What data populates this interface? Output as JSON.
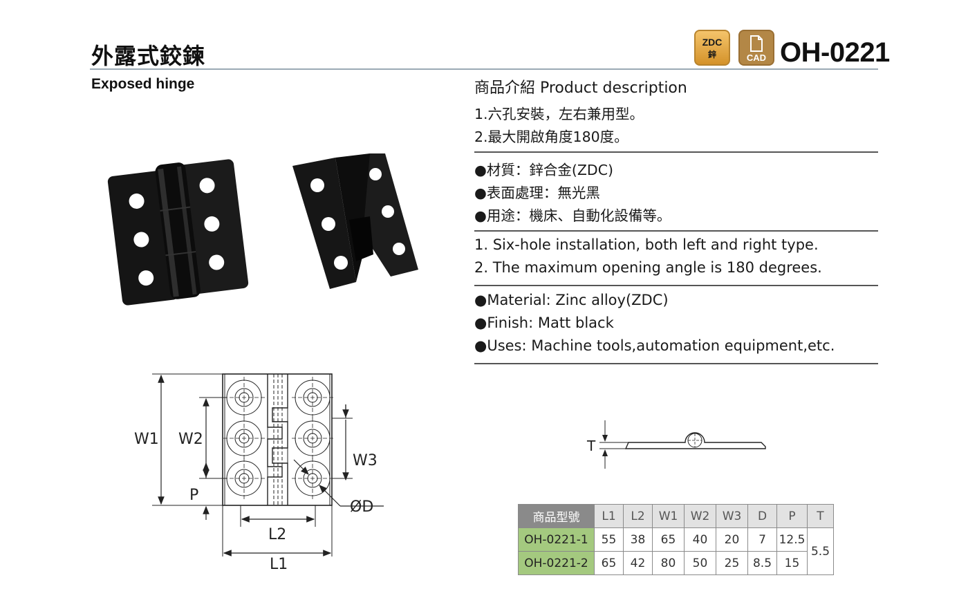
{
  "header": {
    "title_cn": "外露式鉸鍊",
    "title_en": "Exposed hinge",
    "model": "OH-0221",
    "badge_zdc": {
      "line1": "ZDC",
      "line2": "鋅"
    },
    "badge_cad": {
      "label": "CAD"
    }
  },
  "description": {
    "heading": "商品介紹 Product description",
    "cn_points": [
      "1.六孔安裝，左右兼用型。",
      "2.最大開啟角度180度。"
    ],
    "cn_specs": [
      "●材質：鋅合金(ZDC)",
      "●表面處理：無光黑",
      "●用途：機床、自動化設備等。"
    ],
    "en_points": [
      "1. Six-hole installation, both left and right type.",
      "2. The maximum opening angle is 180 degrees."
    ],
    "en_specs": [
      "●Material: Zinc alloy(ZDC)",
      "●Finish: Matt black",
      "●Uses: Machine tools,automation equipment,etc."
    ]
  },
  "drawing": {
    "front_labels": {
      "w1": "W1",
      "w2": "W2",
      "w3": "W3",
      "p": "P",
      "d": "ØD",
      "l2": "L2",
      "l1": "L1"
    },
    "side_labels": {
      "t": "T"
    }
  },
  "table": {
    "headers": [
      "商品型號",
      "L1",
      "L2",
      "W1",
      "W2",
      "W3",
      "D",
      "P",
      "T"
    ],
    "rows": [
      {
        "model": "OH-0221-1",
        "l1": "55",
        "l2": "38",
        "w1": "65",
        "w2": "40",
        "w3": "20",
        "d": "7",
        "p": "12.5"
      },
      {
        "model": "OH-0221-2",
        "l1": "65",
        "l2": "42",
        "w1": "80",
        "w2": "50",
        "w3": "25",
        "d": "8.5",
        "p": "15"
      }
    ],
    "t_value": "5.5"
  },
  "colors": {
    "header_rule": "#9aa9b4",
    "badge_zdc": "#e8a940",
    "badge_cad": "#b38746",
    "model_column_bg": "#a4c97f",
    "header_cell_bg": "#e2e2e2"
  }
}
